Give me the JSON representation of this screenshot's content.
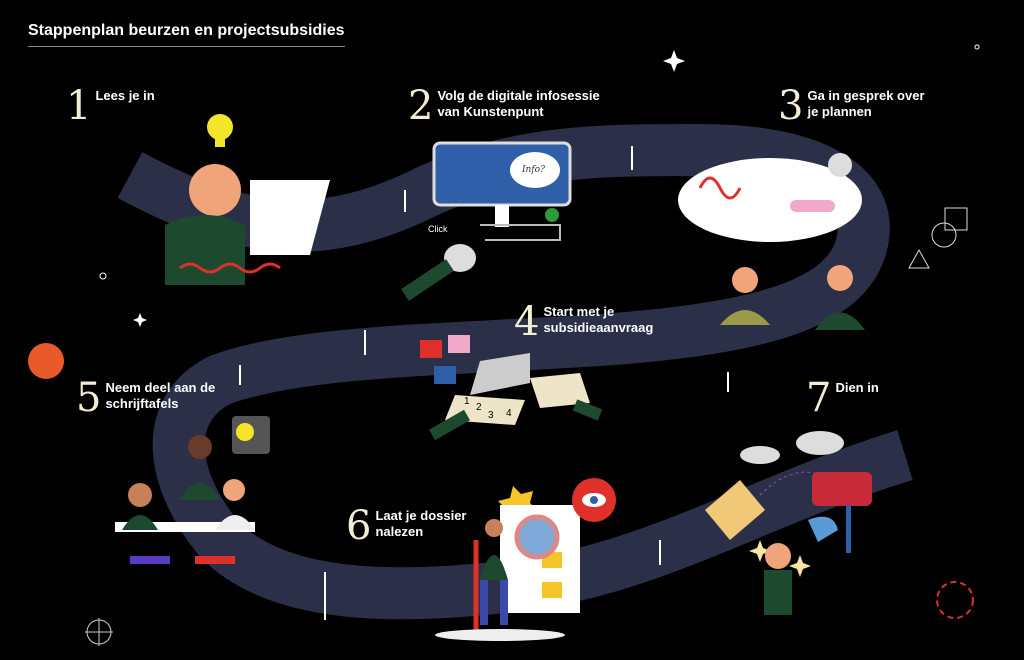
{
  "title": "Stappenplan beurzen en projectsubsidies",
  "steps": [
    {
      "number": "1",
      "label": "Lees je in"
    },
    {
      "number": "2",
      "label": "Volg de digitale infosessie\nvan Kunstenpunt",
      "line1": "Volg de digitale infosessie",
      "line2": "van Kunstenpunt"
    },
    {
      "number": "3",
      "line1": "Ga in gesprek over",
      "line2": "je plannen"
    },
    {
      "number": "4",
      "line1": "Start met je",
      "line2": "subsidieaanvraag"
    },
    {
      "number": "5",
      "line1": "Neem deel aan de",
      "line2": "schrijftafels"
    },
    {
      "number": "6",
      "line1": "Laat je dossier",
      "line2": "nalezen"
    },
    {
      "number": "7",
      "label": "Dien in"
    }
  ],
  "illustration_text": {
    "info": "Info?",
    "click": "Click",
    "puzzle": [
      "1",
      "2",
      "3",
      "4"
    ]
  },
  "colors": {
    "road": "#2b3048",
    "number": "#f3eed2",
    "accent_red": "#e0302a",
    "bulb": "#f5e52a"
  }
}
